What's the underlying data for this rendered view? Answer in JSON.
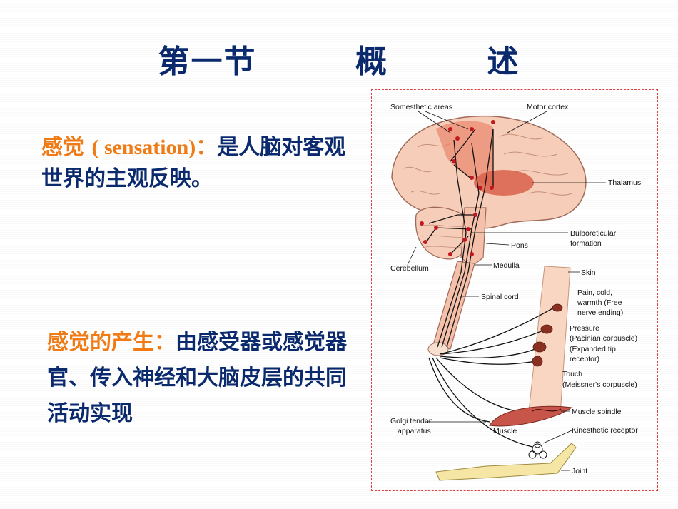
{
  "title": "第一节        概        述",
  "definition": {
    "term": "感觉",
    "english": "( sensation)",
    "colon": "：",
    "text": "是人脑对客观世界的主观反映。"
  },
  "generation": {
    "term": "感觉的产生：",
    "text": "由感受器或感觉器官、传入神经和大脑皮层的共同活动实现"
  },
  "figure": {
    "labels": {
      "somesthetic": "Somesthetic areas",
      "motor": "Motor cortex",
      "thalamus": "Thalamus",
      "bulbo1": "Bulboreticular",
      "bulbo2": "formation",
      "pons": "Pons",
      "cerebellum": "Cerebellum",
      "medulla": "Medulla",
      "skin": "Skin",
      "spinal": "Spinal cord",
      "pain1": "Pain, cold,",
      "pain2": "warmth (Free",
      "pain3": "nerve ending)",
      "pressure1": "Pressure",
      "pressure2": "(Pacinian corpuscle)",
      "pressure3": "(Expanded tip",
      "pressure4": "receptor)",
      "touch1": "Touch",
      "touch2": "(Meissner's corpuscle)",
      "golgi1": "Golgi tendon",
      "golgi2": "apparatus",
      "spindle": "Muscle spindle",
      "muscle": "Muscle",
      "kinesthetic": "Kinesthetic receptor",
      "joint": "Joint"
    },
    "colors": {
      "brain": "#f6cdb8",
      "cortex_highlight": "#e8735a",
      "thalamus": "#d9604a",
      "pathway": "#111111",
      "node": "#c0181e",
      "frame": "#e04040"
    }
  }
}
